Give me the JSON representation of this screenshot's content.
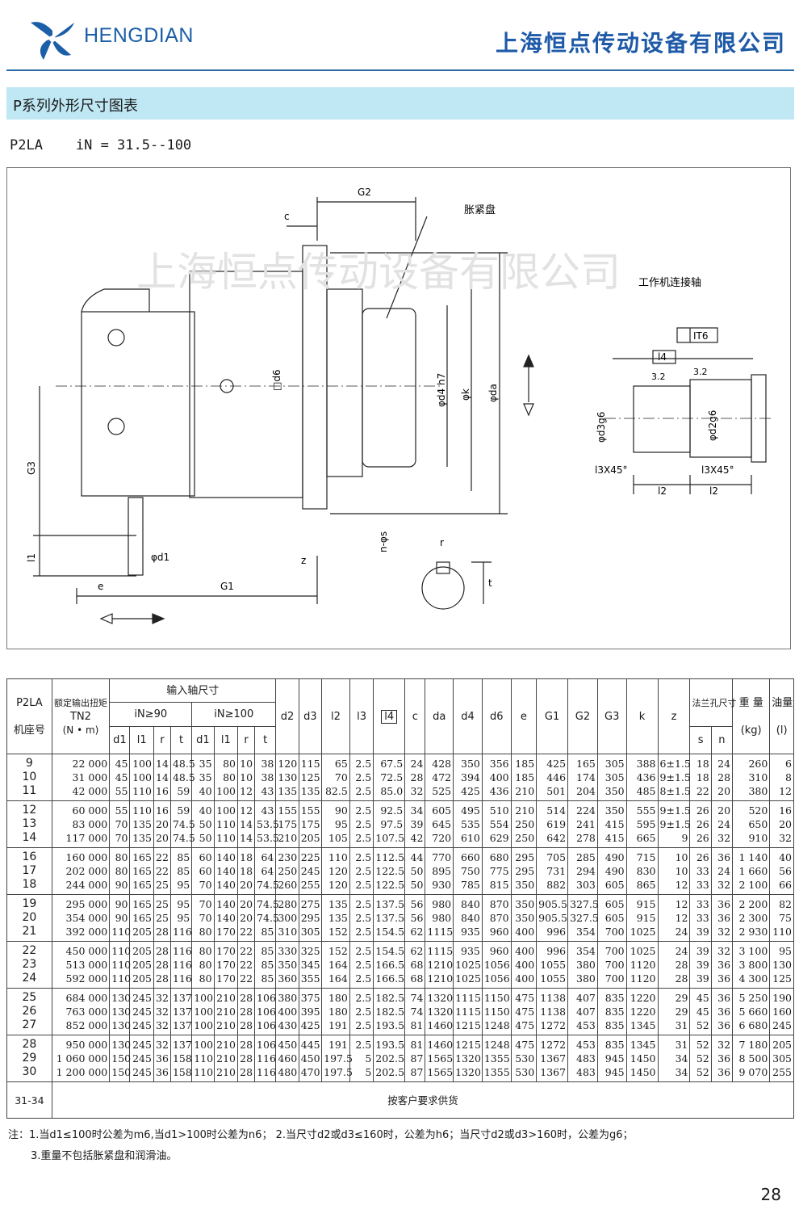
{
  "header": {
    "brand": "HENGDIAN",
    "company": "上海恒点传动设备有限公司",
    "watermark": "上海恒点传动设备有限公司"
  },
  "banner_title": "P系列外形尺寸图表",
  "model_line": "P2LA    iN = 31.5--100",
  "diagram": {
    "labels": {
      "g2": "G2",
      "c": "c",
      "expansion_disc": "胀紧盘",
      "work_shaft": "工作机连接轴",
      "d6": "□d6",
      "d4h7": "φd4 h7",
      "k": "φk",
      "da": "φda",
      "g3": "G3",
      "l1": "l1",
      "d1": "φd1",
      "e": "e",
      "g1": "G1",
      "z": "z",
      "ns": "n-φs",
      "r": "r",
      "t": "t",
      "it6": "IT6",
      "l4": "l4",
      "ra1": "3.2",
      "ra2": "3.2",
      "d3g6": "φd3g6",
      "d2g6": "φd2g6",
      "l3a": "l3X45°",
      "l3b": "l3X45°",
      "l2a": "l2",
      "l2b": "l2"
    }
  },
  "table": {
    "h_model": "P2LA",
    "h_model2": "机座号",
    "h_torque": "额定输出扭矩",
    "h_torque_sym": "TN2",
    "h_torque_unit": "(N • m)",
    "h_input": "输入轴尺寸",
    "h_i90": "iN≥90",
    "h_i100": "iN≥100",
    "h_sub": [
      "d1",
      "l1",
      "r",
      "t",
      "d1",
      "l1",
      "r",
      "t"
    ],
    "h_cols": [
      "d2",
      "d3",
      "l2",
      "l3",
      "l4",
      "c",
      "da",
      "d4",
      "d6",
      "e",
      "G1",
      "G2",
      "G3",
      "k",
      "z"
    ],
    "h_flange": "法兰孔尺寸",
    "h_s": "s",
    "h_n": "n",
    "h_weight": "重 量",
    "h_weight_unit": "(kg)",
    "h_oil": "油量",
    "h_oil_unit": "(l)",
    "groups": [
      [
        [
          "9",
          "22 000",
          "45",
          "100",
          "14",
          "48.5",
          "35",
          "80",
          "10",
          "38",
          "120",
          "115",
          "65",
          "2.5",
          "67.5",
          "24",
          "428",
          "350",
          "356",
          "185",
          "425",
          "165",
          "305",
          "388",
          "6±1.5",
          "18",
          "24",
          "260",
          "6"
        ],
        [
          "10",
          "31 000",
          "45",
          "100",
          "14",
          "48.5",
          "35",
          "80",
          "10",
          "38",
          "130",
          "125",
          "70",
          "2.5",
          "72.5",
          "28",
          "472",
          "394",
          "400",
          "185",
          "446",
          "174",
          "305",
          "436",
          "9±1.5",
          "18",
          "28",
          "310",
          "8"
        ],
        [
          "11",
          "42 000",
          "55",
          "110",
          "16",
          "59",
          "40",
          "100",
          "12",
          "43",
          "135",
          "135",
          "82.5",
          "2.5",
          "85.0",
          "32",
          "525",
          "425",
          "436",
          "210",
          "501",
          "204",
          "350",
          "485",
          "8±1.5",
          "22",
          "20",
          "380",
          "12"
        ]
      ],
      [
        [
          "12",
          "60 000",
          "55",
          "110",
          "16",
          "59",
          "40",
          "100",
          "12",
          "43",
          "155",
          "155",
          "90",
          "2.5",
          "92.5",
          "34",
          "605",
          "495",
          "510",
          "210",
          "514",
          "224",
          "350",
          "555",
          "9±1.5",
          "26",
          "20",
          "520",
          "16"
        ],
        [
          "13",
          "83 000",
          "70",
          "135",
          "20",
          "74.5",
          "50",
          "110",
          "14",
          "53.5",
          "175",
          "175",
          "95",
          "2.5",
          "97.5",
          "39",
          "645",
          "535",
          "554",
          "250",
          "619",
          "241",
          "415",
          "595",
          "9±1.5",
          "26",
          "24",
          "650",
          "20"
        ],
        [
          "14",
          "117 000",
          "70",
          "135",
          "20",
          "74.5",
          "50",
          "110",
          "14",
          "53.5",
          "210",
          "205",
          "105",
          "2.5",
          "107.5",
          "42",
          "720",
          "610",
          "629",
          "250",
          "642",
          "278",
          "415",
          "665",
          "9",
          "26",
          "32",
          "910",
          "32"
        ]
      ],
      [
        [
          "16",
          "160 000",
          "80",
          "165",
          "22",
          "85",
          "60",
          "140",
          "18",
          "64",
          "230",
          "225",
          "110",
          "2.5",
          "112.5",
          "44",
          "770",
          "660",
          "680",
          "295",
          "705",
          "285",
          "490",
          "715",
          "10",
          "26",
          "36",
          "1 140",
          "40"
        ],
        [
          "17",
          "202 000",
          "80",
          "165",
          "22",
          "85",
          "60",
          "140",
          "18",
          "64",
          "250",
          "245",
          "120",
          "2.5",
          "122.5",
          "50",
          "895",
          "750",
          "775",
          "295",
          "731",
          "294",
          "490",
          "830",
          "10",
          "33",
          "24",
          "1 660",
          "56"
        ],
        [
          "18",
          "244 000",
          "90",
          "165",
          "25",
          "95",
          "70",
          "140",
          "20",
          "74.5",
          "260",
          "255",
          "120",
          "2.5",
          "122.5",
          "50",
          "930",
          "785",
          "815",
          "350",
          "882",
          "303",
          "605",
          "865",
          "12",
          "33",
          "32",
          "2 100",
          "66"
        ]
      ],
      [
        [
          "19",
          "295 000",
          "90",
          "165",
          "25",
          "95",
          "70",
          "140",
          "20",
          "74.5",
          "280",
          "275",
          "135",
          "2.5",
          "137.5",
          "56",
          "980",
          "840",
          "870",
          "350",
          "905.5",
          "327.5",
          "605",
          "915",
          "12",
          "33",
          "36",
          "2 200",
          "82"
        ],
        [
          "20",
          "354 000",
          "90",
          "165",
          "25",
          "95",
          "70",
          "140",
          "20",
          "74.5",
          "300",
          "295",
          "135",
          "2.5",
          "137.5",
          "56",
          "980",
          "840",
          "870",
          "350",
          "905.5",
          "327.5",
          "605",
          "915",
          "12",
          "33",
          "36",
          "2 300",
          "75"
        ],
        [
          "21",
          "392 000",
          "110",
          "205",
          "28",
          "116",
          "80",
          "170",
          "22",
          "85",
          "310",
          "305",
          "152",
          "2.5",
          "154.5",
          "62",
          "1115",
          "935",
          "960",
          "400",
          "996",
          "354",
          "700",
          "1025",
          "24",
          "39",
          "32",
          "2 930",
          "110"
        ]
      ],
      [
        [
          "22",
          "450 000",
          "110",
          "205",
          "28",
          "116",
          "80",
          "170",
          "22",
          "85",
          "330",
          "325",
          "152",
          "2.5",
          "154.5",
          "62",
          "1115",
          "935",
          "960",
          "400",
          "996",
          "354",
          "700",
          "1025",
          "24",
          "39",
          "32",
          "3 100",
          "95"
        ],
        [
          "23",
          "513 000",
          "110",
          "205",
          "28",
          "116",
          "80",
          "170",
          "22",
          "85",
          "350",
          "345",
          "164",
          "2.5",
          "166.5",
          "68",
          "1210",
          "1025",
          "1056",
          "400",
          "1055",
          "380",
          "700",
          "1120",
          "28",
          "39",
          "36",
          "3 800",
          "130"
        ],
        [
          "24",
          "592 000",
          "110",
          "205",
          "28",
          "116",
          "80",
          "170",
          "22",
          "85",
          "360",
          "355",
          "164",
          "2.5",
          "166.5",
          "68",
          "1210",
          "1025",
          "1056",
          "400",
          "1055",
          "380",
          "700",
          "1120",
          "28",
          "39",
          "36",
          "4 300",
          "125"
        ]
      ],
      [
        [
          "25",
          "684 000",
          "130",
          "245",
          "32",
          "137",
          "100",
          "210",
          "28",
          "106",
          "380",
          "375",
          "180",
          "2.5",
          "182.5",
          "74",
          "1320",
          "1115",
          "1150",
          "475",
          "1138",
          "407",
          "835",
          "1220",
          "29",
          "45",
          "36",
          "5 250",
          "190"
        ],
        [
          "26",
          "763 000",
          "130",
          "245",
          "32",
          "137",
          "100",
          "210",
          "28",
          "106",
          "400",
          "395",
          "180",
          "2.5",
          "182.5",
          "74",
          "1320",
          "1115",
          "1150",
          "475",
          "1138",
          "407",
          "835",
          "1220",
          "29",
          "45",
          "36",
          "5 660",
          "160"
        ],
        [
          "27",
          "852 000",
          "130",
          "245",
          "32",
          "137",
          "100",
          "210",
          "28",
          "106",
          "430",
          "425",
          "191",
          "2.5",
          "193.5",
          "81",
          "1460",
          "1215",
          "1248",
          "475",
          "1272",
          "453",
          "835",
          "1345",
          "31",
          "52",
          "36",
          "6 680",
          "245"
        ]
      ],
      [
        [
          "28",
          "950 000",
          "130",
          "245",
          "32",
          "137",
          "100",
          "210",
          "28",
          "106",
          "450",
          "445",
          "191",
          "2.5",
          "193.5",
          "81",
          "1460",
          "1215",
          "1248",
          "475",
          "1272",
          "453",
          "835",
          "1345",
          "31",
          "52",
          "32",
          "7 180",
          "205"
        ],
        [
          "29",
          "1 060 000",
          "150",
          "245",
          "36",
          "158",
          "110",
          "210",
          "28",
          "116",
          "460",
          "450",
          "197.5",
          "5",
          "202.5",
          "87",
          "1565",
          "1320",
          "1355",
          "530",
          "1367",
          "483",
          "945",
          "1450",
          "34",
          "52",
          "36",
          "8 500",
          "305"
        ],
        [
          "30",
          "1 200 000",
          "150",
          "245",
          "36",
          "158",
          "110",
          "210",
          "28",
          "116",
          "480",
          "470",
          "197.5",
          "5",
          "202.5",
          "87",
          "1565",
          "1320",
          "1355",
          "530",
          "1367",
          "483",
          "945",
          "1450",
          "34",
          "52",
          "36",
          "9 070",
          "255"
        ]
      ]
    ],
    "last_row_model": "31-34",
    "last_row_text": "按客户要求供货"
  },
  "notes": {
    "line1": "注：1.当d1≤100时公差为m6,当d1>100时公差为n6；  2.当尺寸d2或d3≤160时，公差为h6；当尺寸d2或d3>160时，公差为g6；",
    "line2": "3.重量不包括胀紧盘和润滑油。"
  },
  "page_number": "28"
}
